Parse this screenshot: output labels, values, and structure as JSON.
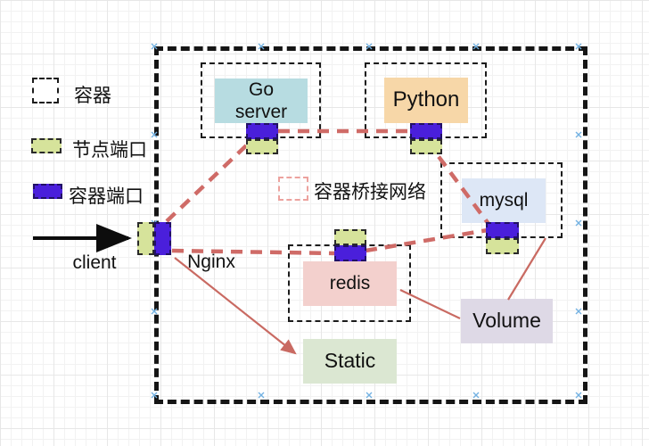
{
  "legend": {
    "container_label": "容器",
    "node_port_label": "节点端口",
    "container_port_label": "容器端口",
    "bridge_network_label": "容器桥接网络"
  },
  "external": {
    "client_label": "client",
    "nginx_label": "Nginx"
  },
  "nodes": {
    "go_server": {
      "label": "Go\nserver",
      "fill": "#b7dce1"
    },
    "python": {
      "label": "Python",
      "fill": "#f7d7a8"
    },
    "mysql": {
      "label": "mysql",
      "fill": "#dde7f6"
    },
    "redis": {
      "label": "redis",
      "fill": "#f3d0cd"
    },
    "static": {
      "label": "Static",
      "fill": "#dbe7d2"
    },
    "volume": {
      "label": "Volume",
      "fill": "#ded9e6"
    }
  },
  "colors": {
    "container_port_fill": "#4a1fdb",
    "node_port_fill": "#d6e39b",
    "bridge_line": "#cf6b67",
    "volume_line": "#c96a62",
    "container_border": "#151515",
    "selection_handle": "#72b1e2"
  }
}
